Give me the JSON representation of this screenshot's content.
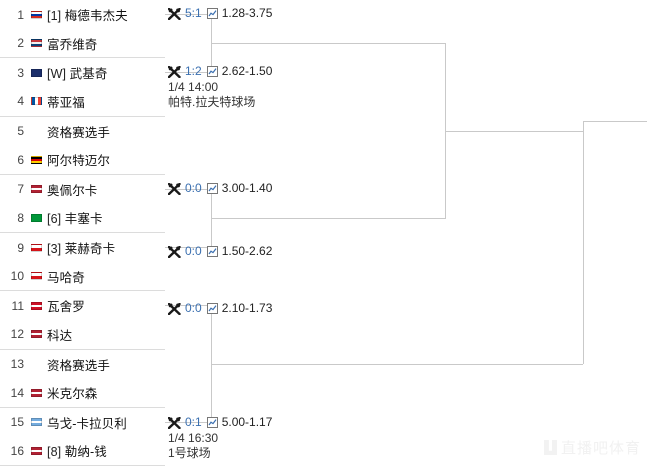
{
  "bracket": {
    "players": [
      {
        "num": "1",
        "seed": "[1]",
        "name": "梅德韦杰夫",
        "flag": "russia",
        "flag_colors": [
          "#ffffff",
          "#0039a6",
          "#d52b1e"
        ],
        "separator": false
      },
      {
        "num": "2",
        "seed": "",
        "name": "富乔维奇",
        "flag": "serbia-alt",
        "flag_colors": [
          "#c6363c",
          "#f0f0f0",
          "#0c4076"
        ],
        "separator": true
      },
      {
        "num": "3",
        "seed": "[W]",
        "name": "武基奇",
        "flag": "serbia",
        "flag_colors": [
          "#1b2e6b",
          "#243a86",
          "#1b2e6b"
        ],
        "separator": false
      },
      {
        "num": "4",
        "seed": "",
        "name": "蒂亚福",
        "flag": "france",
        "flag_colors": [
          "#0055a4",
          "#ffffff",
          "#ef4135"
        ],
        "separator": true
      },
      {
        "num": "5",
        "seed": "",
        "name": "资格赛选手",
        "flag": "none",
        "flag_colors": [],
        "separator": false
      },
      {
        "num": "6",
        "seed": "",
        "name": "阿尔特迈尔",
        "flag": "germany",
        "flag_colors": [
          "#000000",
          "#dd0000",
          "#ffce00"
        ],
        "separator": true
      },
      {
        "num": "7",
        "seed": "",
        "name": "奥佩尔卡",
        "flag": "usa",
        "flag_colors": [
          "#3c3b6e",
          "#b22234",
          "#ffffff"
        ],
        "separator": false
      },
      {
        "num": "8",
        "seed": "[6]",
        "name": "丰塞卡",
        "flag": "brazil",
        "flag_colors": [
          "#009739",
          "#fedd00",
          "#012169"
        ],
        "separator": true
      },
      {
        "num": "9",
        "seed": "[3]",
        "name": "莱赫奇卡",
        "flag": "czech",
        "flag_colors": [
          "#11457e",
          "#ffffff",
          "#d7141a"
        ],
        "separator": false
      },
      {
        "num": "10",
        "seed": "",
        "name": "马哈奇",
        "flag": "czech",
        "flag_colors": [
          "#11457e",
          "#ffffff",
          "#d7141a"
        ],
        "separator": true
      },
      {
        "num": "11",
        "seed": "",
        "name": "瓦舍罗",
        "flag": "monaco",
        "flag_colors": [
          "#ce1126",
          "#ffffff",
          "#ce1126"
        ],
        "separator": false
      },
      {
        "num": "12",
        "seed": "",
        "name": "科达",
        "flag": "usa",
        "flag_colors": [
          "#3c3b6e",
          "#b22234",
          "#ffffff"
        ],
        "separator": true
      },
      {
        "num": "13",
        "seed": "",
        "name": "资格赛选手",
        "flag": "none",
        "flag_colors": [],
        "separator": false
      },
      {
        "num": "14",
        "seed": "",
        "name": "米克尔森",
        "flag": "usa",
        "flag_colors": [
          "#3c3b6e",
          "#b22234",
          "#ffffff"
        ],
        "separator": true
      },
      {
        "num": "15",
        "seed": "",
        "name": "乌戈-卡拉贝利",
        "flag": "argentina",
        "flag_colors": [
          "#74acdf",
          "#ffffff",
          "#74acdf"
        ],
        "separator": false
      },
      {
        "num": "16",
        "seed": "[8]",
        "name": "勒纳-钱",
        "flag": "usa",
        "flag_colors": [
          "#3c3b6e",
          "#b22234",
          "#ffffff"
        ],
        "separator": true
      }
    ],
    "matches": [
      {
        "id": "m1",
        "score": "5:1",
        "odds": "1.28-3.75",
        "date": "",
        "venue": ""
      },
      {
        "id": "m2",
        "score": "1:2",
        "odds": "2.62-1.50",
        "date": "1/4 14:00",
        "venue": "帕特.拉夫特球场"
      },
      {
        "id": "m3",
        "score": "0:0",
        "odds": "3.00-1.40",
        "date": "",
        "venue": ""
      },
      {
        "id": "m4",
        "score": "0:0",
        "odds": "1.50-2.62",
        "date": "",
        "venue": ""
      },
      {
        "id": "m5",
        "score": "0:0",
        "odds": "2.10-1.73",
        "date": "",
        "venue": ""
      },
      {
        "id": "m6",
        "score": "0:1",
        "odds": "5.00-1.17",
        "date": "1/4 16:30",
        "venue": "1号球场"
      }
    ],
    "watermark": "直播吧体育"
  }
}
